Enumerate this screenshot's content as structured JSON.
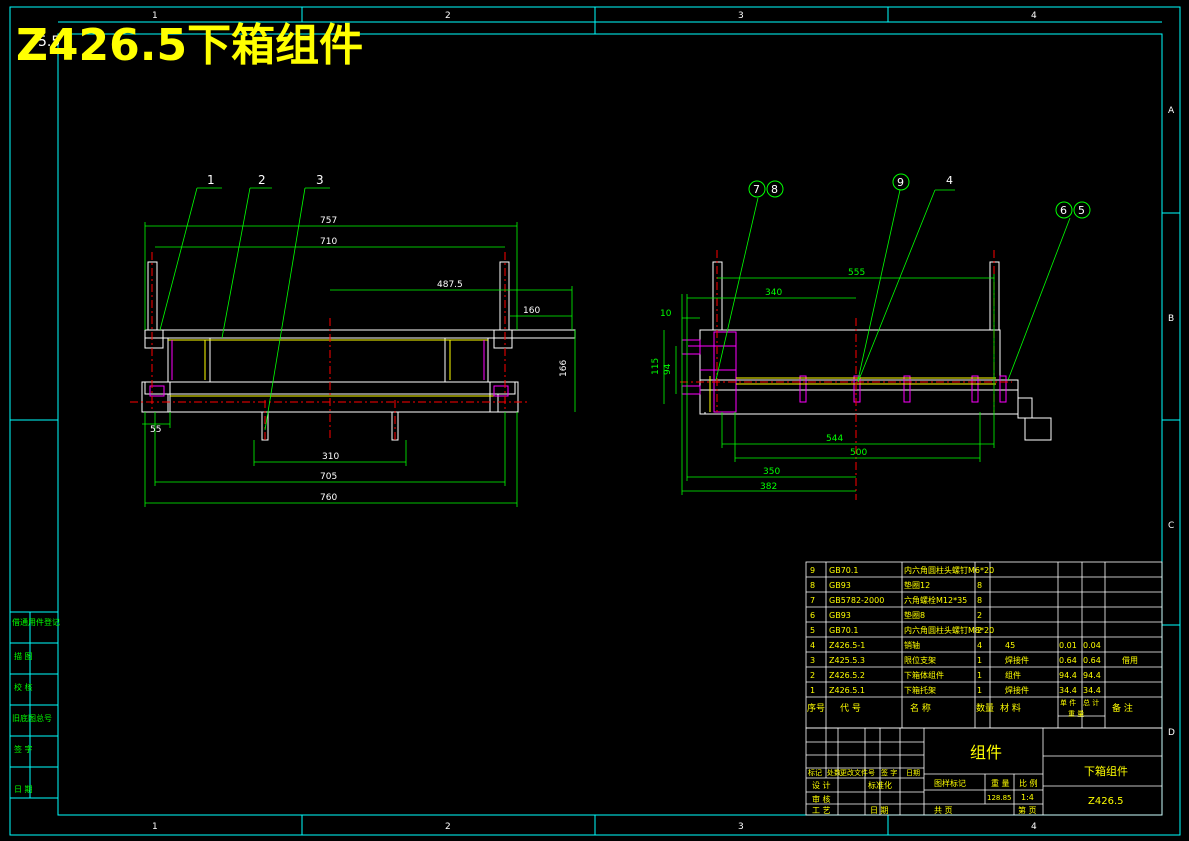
{
  "title": "Z426.5下箱组件",
  "title_overlap": "5.5",
  "zone_numbers": [
    "1",
    "2",
    "3",
    "4"
  ],
  "zone_letters": [
    "A",
    "B",
    "C",
    "D"
  ],
  "left_view": {
    "balloons": [
      "1",
      "2",
      "3"
    ],
    "dims": [
      "757",
      "710",
      "487.5",
      "160",
      "166",
      "55",
      "310",
      "705",
      "760"
    ]
  },
  "right_view": {
    "balloons": [
      "7",
      "8",
      "9",
      "4",
      "6",
      "5"
    ],
    "dims": [
      "555",
      "340",
      "10",
      "115",
      "94",
      "544",
      "500",
      "350",
      "382"
    ]
  },
  "left_strip": [
    "借通用件登记",
    "描 图",
    "校 核",
    "旧底图总号",
    "签 字",
    "日 期"
  ],
  "bom": {
    "rows": [
      {
        "no": "9",
        "code": "GB70.1",
        "name": "内六角圆柱头螺钉M6*20",
        "qty": "",
        "mat": "",
        "unit": "",
        "total": "",
        "note": ""
      },
      {
        "no": "8",
        "code": "GB93",
        "name": "垫圈12",
        "qty": "8",
        "mat": "",
        "unit": "",
        "total": "",
        "note": ""
      },
      {
        "no": "7",
        "code": "GB5782-2000",
        "name": "六角螺栓M12*35",
        "qty": "8",
        "mat": "",
        "unit": "",
        "total": "",
        "note": ""
      },
      {
        "no": "6",
        "code": "GB93",
        "name": "垫圈8",
        "qty": "2",
        "mat": "",
        "unit": "",
        "total": "",
        "note": ""
      },
      {
        "no": "5",
        "code": "GB70.1",
        "name": "内六角圆柱头螺钉M8*20",
        "qty": "2",
        "mat": "",
        "unit": "",
        "total": "",
        "note": ""
      },
      {
        "no": "4",
        "code": "Z426.5-1",
        "name": "销轴",
        "qty": "4",
        "mat": "45",
        "unit": "0.01",
        "total": "0.04",
        "note": ""
      },
      {
        "no": "3",
        "code": "Z425.5.3",
        "name": "限位支架",
        "qty": "1",
        "mat": "焊接件",
        "unit": "0.64",
        "total": "0.64",
        "note": "借用"
      },
      {
        "no": "2",
        "code": "Z426.5.2",
        "name": "下箱体组件",
        "qty": "1",
        "mat": "组件",
        "unit": "94.4",
        "total": "94.4",
        "note": ""
      },
      {
        "no": "1",
        "code": "Z426.5.1",
        "name": "下箱托架",
        "qty": "1",
        "mat": "焊接件",
        "unit": "34.4",
        "total": "34.4",
        "note": ""
      }
    ],
    "header": {
      "no": "序号",
      "code": "代 号",
      "name": "名 称",
      "qty": "数量",
      "mat": "材 料",
      "unit": "单 件",
      "total": "总 计",
      "weight": "重 量",
      "note": "备 注"
    }
  },
  "title_block": {
    "kind": "组件",
    "drawing_name": "下箱组件",
    "drawing_no": "Z426.5",
    "mark_label": "图样标记",
    "weight_label": "重 量",
    "scale_label": "比 例",
    "weight_value": "128.85",
    "scale_value": "1:4",
    "sheets_total": "共 页",
    "sheet_no": "第 页",
    "rev_headers": [
      "标记",
      "处数",
      "更改文件号",
      "签 字",
      "日期"
    ],
    "sign_rows": [
      "设 计",
      "标准化",
      "审 核",
      "工 艺",
      "日 期"
    ]
  },
  "colors": {
    "frame": "#00ffff",
    "green": "#00ff00",
    "yellow": "#ffff00",
    "magenta": "#ff00ff",
    "red": "#ff0000",
    "white": "#ffffff",
    "gray": "#c0c0c0"
  }
}
